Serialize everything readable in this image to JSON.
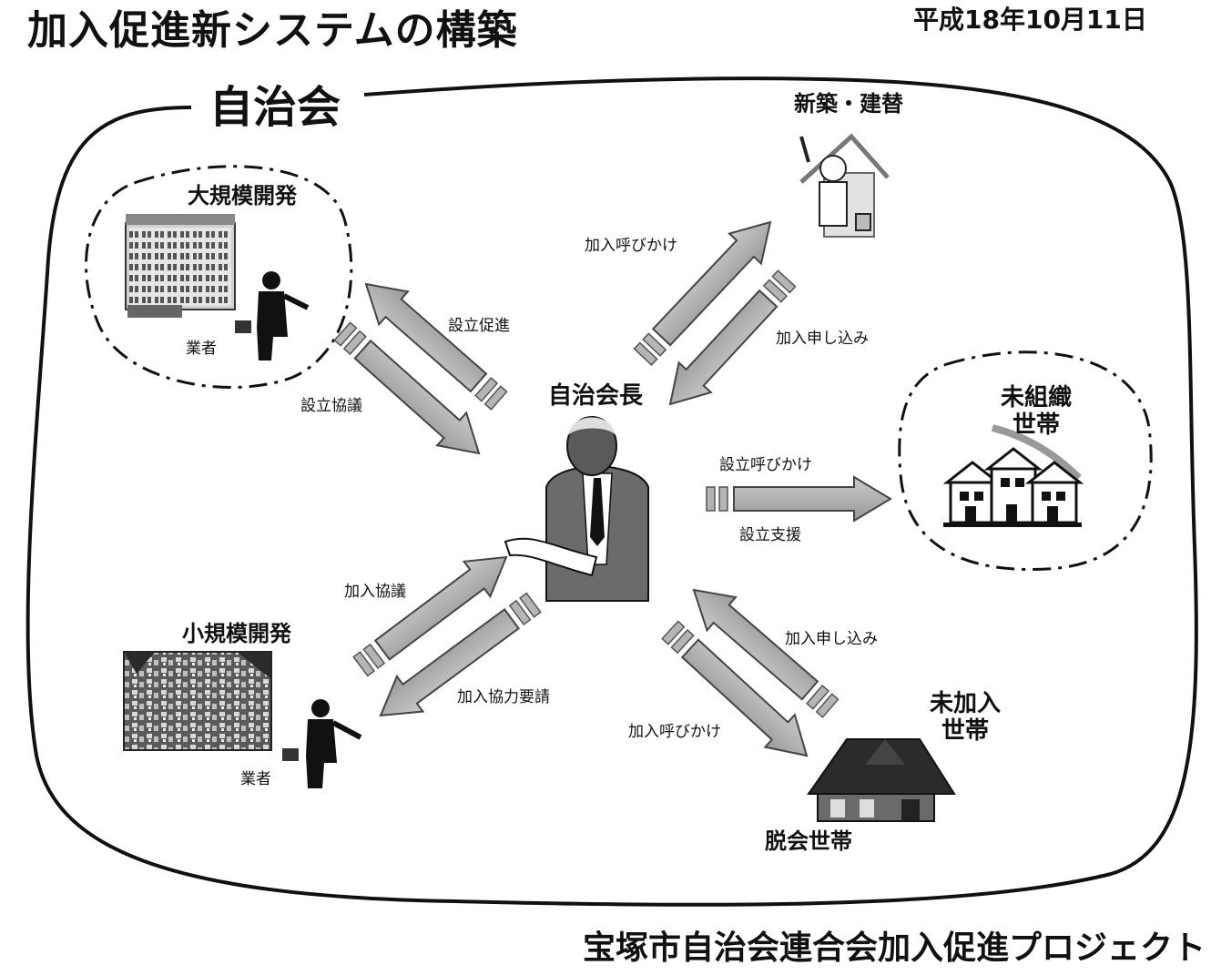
{
  "header": {
    "title": "加入促進新システムの構築",
    "date": "平成18年10月11日"
  },
  "footer": {
    "org": "宝塚市自治会連合会加入促進プロジェクト"
  },
  "region": {
    "label": "自治会"
  },
  "nodes": {
    "center": "自治会長",
    "large_dev": "大規模開発",
    "small_dev": "小規模開発",
    "builder_large": "業者",
    "builder_small": "業者",
    "new_build": "新築・建替",
    "unorganized_line1": "未組織",
    "unorganized_line2": "世帯",
    "nonmember_line1": "未加入",
    "nonmember_line2": "世帯",
    "withdrawn": "脱会世帯"
  },
  "edges": {
    "setsuritsu_sokushin": "設立促進",
    "setsuritsu_kyogi": "設立協議",
    "kanyu_yobikake_new": "加入呼びかけ",
    "kanyu_moushikomi_new": "加入申し込み",
    "setsuritsu_yobikake": "設立呼びかけ",
    "setsuritsu_shien": "設立支援",
    "kanyu_kyogi": "加入協議",
    "kanyu_kyoryoku_yosei": "加入協力要請",
    "kanyu_moushikomi_nonmember": "加入申し込み",
    "kanyu_yobikake_nonmember": "加入呼びかけ"
  }
}
